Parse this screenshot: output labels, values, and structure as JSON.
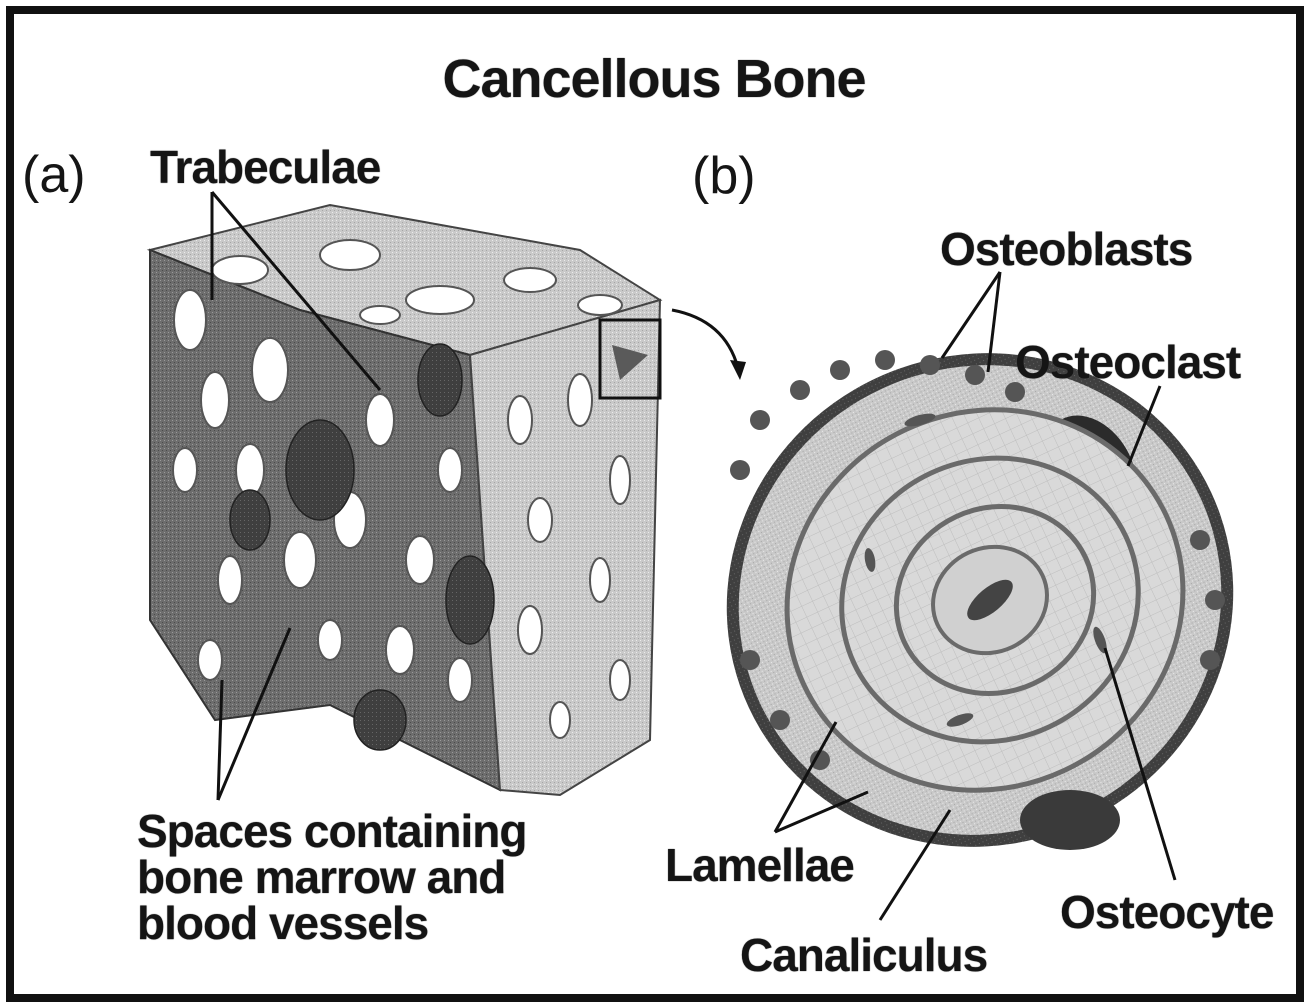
{
  "title": "Cancellous Bone",
  "panels": {
    "a": "(a)",
    "b": "(b)"
  },
  "labels": {
    "trabeculae": "Trabeculae",
    "spaces": "Spaces containing\nbone marrow and\nblood vessels",
    "osteoblasts": "Osteoblasts",
    "osteoclast": "Osteoclast",
    "lamellae": "Lamellae",
    "canaliculus": "Canaliculus",
    "osteocyte": "Osteocyte"
  }
}
